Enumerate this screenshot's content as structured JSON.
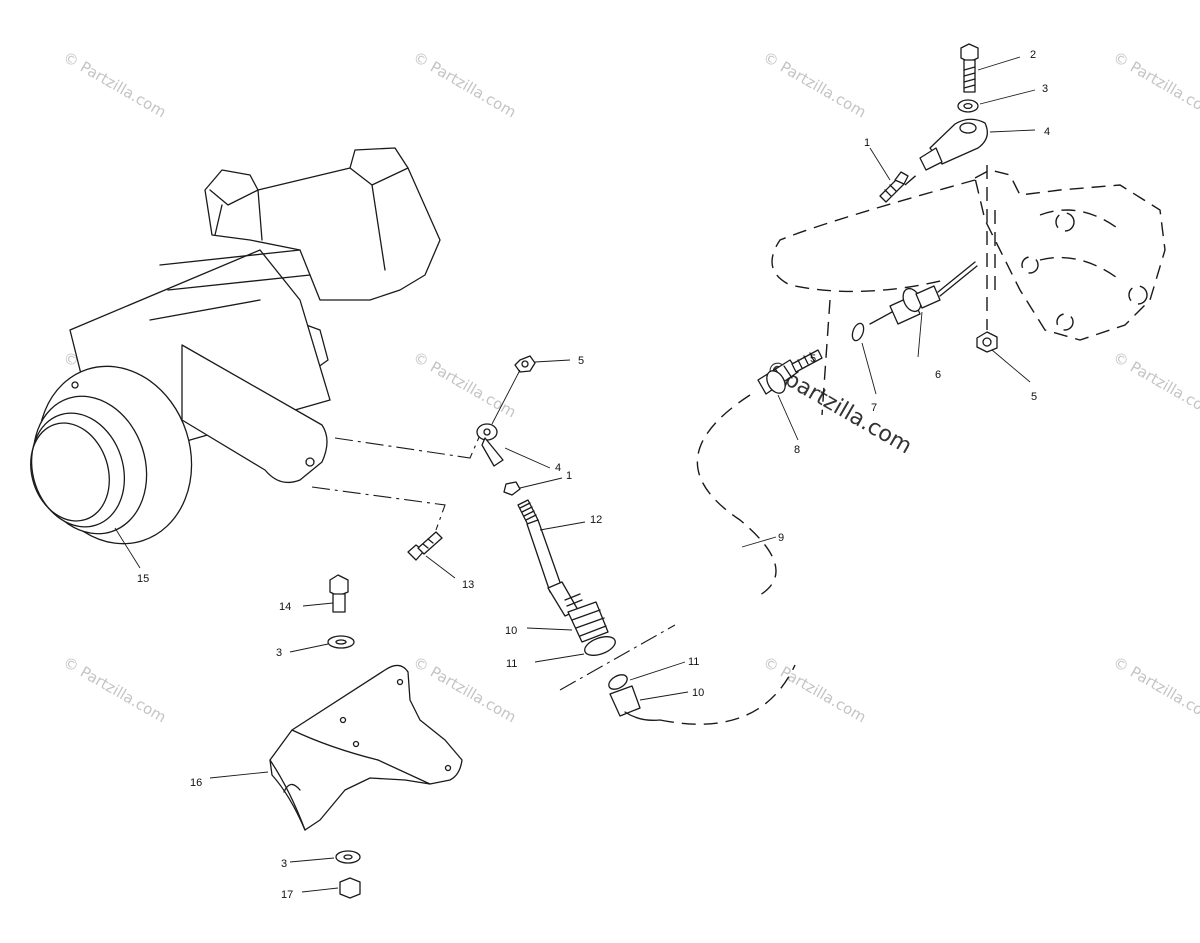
{
  "watermark": "© Partzilla.com",
  "watermark_center": "©partzilla.com",
  "callouts": {
    "c1a": "1",
    "c2": "2",
    "c3a": "3",
    "c4a": "4",
    "c5a": "5",
    "c5b": "5",
    "c4b": "4",
    "c1b": "1",
    "c6": "6",
    "c7": "7",
    "c8": "8",
    "c5c": "5",
    "c9": "9",
    "c12": "12",
    "c13": "13",
    "c14": "14",
    "c15": "15",
    "c3b": "3",
    "c10a": "10",
    "c11a": "11",
    "c11b": "11",
    "c10b": "10",
    "c16": "16",
    "c3c": "3",
    "c17": "17"
  }
}
